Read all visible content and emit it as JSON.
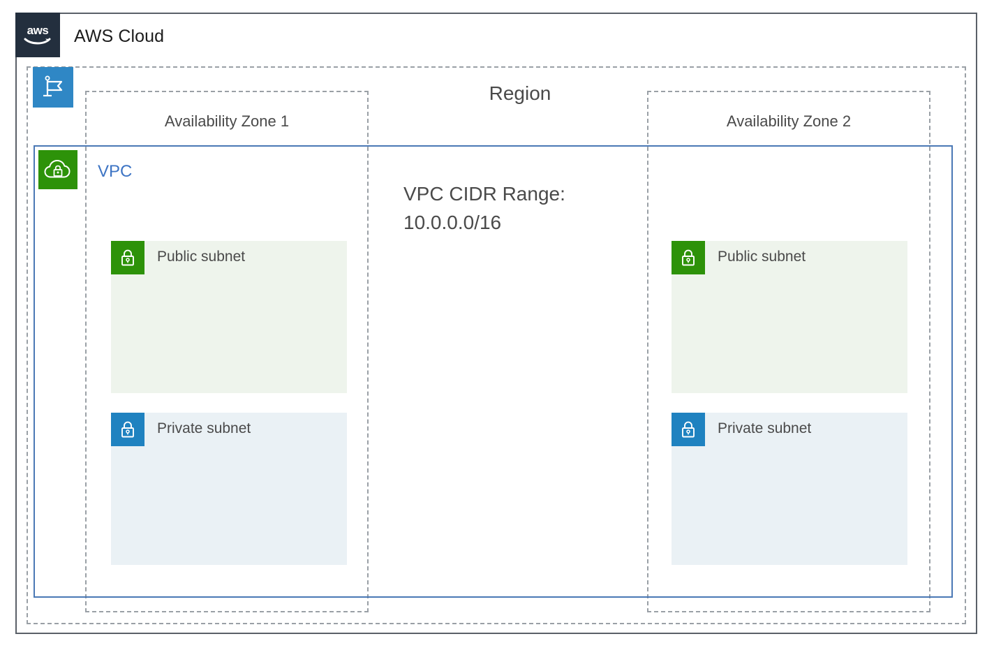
{
  "diagram": {
    "title": "AWS Cloud",
    "logo_icon": "aws-logo-icon",
    "region": {
      "label": "Region",
      "icon": "region-flag-icon",
      "cidr_note": "VPC CIDR Range: 10.0.0.0/16",
      "cidr_line_1": "VPC CIDR Range:",
      "cidr_line_2": "10.0.0.0/16"
    },
    "vpc": {
      "label": "VPC",
      "icon": "vpc-cloud-lock-icon",
      "border_color": "#4a78b5",
      "label_color": "#3d74c4"
    },
    "availability_zones": [
      {
        "label": "Availability Zone 1",
        "subnets": [
          {
            "label": "Public subnet",
            "type": "public",
            "icon": "padlock-icon",
            "icon_color": "#2d9209",
            "fill_color": "#eef4ec"
          },
          {
            "label": "Private subnet",
            "type": "private",
            "icon": "padlock-icon",
            "icon_color": "#1f82c0",
            "fill_color": "#eaf1f5"
          }
        ]
      },
      {
        "label": "Availability Zone 2",
        "subnets": [
          {
            "label": "Public subnet",
            "type": "public",
            "icon": "padlock-icon",
            "icon_color": "#2d9209",
            "fill_color": "#eef4ec"
          },
          {
            "label": "Private subnet",
            "type": "private",
            "icon": "padlock-icon",
            "icon_color": "#1f82c0",
            "fill_color": "#eaf1f5"
          }
        ]
      }
    ],
    "colors": {
      "aws_navy": "#232f3e",
      "region_blue": "#2f87c5",
      "dashed_gray": "#9aa0a6",
      "frame_gray": "#5a6068",
      "text_gray": "#4a4a4a"
    }
  }
}
